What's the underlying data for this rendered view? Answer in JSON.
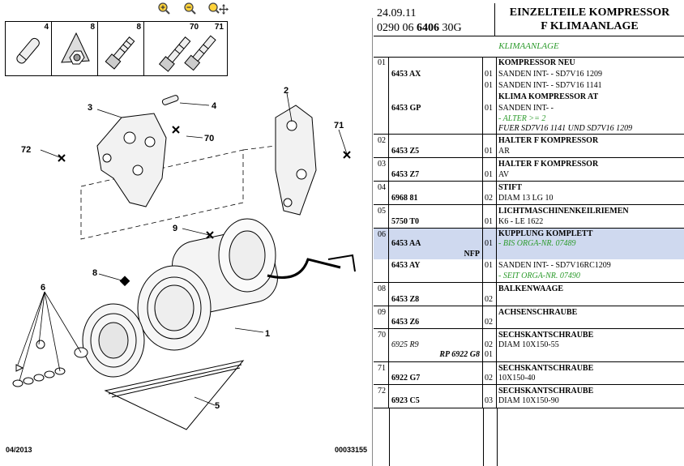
{
  "toolbar": {
    "zoom_in_icon": "zoom-in-icon",
    "zoom_out_icon": "zoom-out-icon",
    "zoom_pan_icon": "zoom-pan-icon"
  },
  "thumbnails": [
    "4",
    "8",
    "8",
    "70",
    "71"
  ],
  "diagram_labels": [
    "1",
    "2",
    "3",
    "4",
    "5",
    "6",
    "8",
    "9",
    "70",
    "71",
    "72"
  ],
  "footer": {
    "date": "04/2013",
    "code": "00033155"
  },
  "header": {
    "date": "24.09.11",
    "code_prefix": "0290 06",
    "code_bold": "6406",
    "code_suffix": "30G",
    "title_line1": "EINZELTEILE KOMPRESSOR",
    "title_line2": "F KLIMAANLAGE"
  },
  "group": "KLIMAANLAGE",
  "rows": [
    {
      "pos": "01",
      "refs": [
        "6453 AX",
        "6453 GP"
      ],
      "qtys": [
        "01",
        "01",
        "01"
      ],
      "desc": [
        "KOMPRESSOR NEU",
        "SANDEN INT- - SD7V16 1209",
        "SANDEN INT- - SD7V16 1141",
        "KLIMA KOMPRESSOR AT",
        "SANDEN INT- -",
        "- ALTER >= 2",
        "FUER SD7V16 1141 UND SD7V16 1209"
      ]
    },
    {
      "pos": "02",
      "refs": [
        "6453 Z5"
      ],
      "qtys": [
        "01"
      ],
      "desc": [
        "HALTER F KOMPRESSOR",
        "AR"
      ]
    },
    {
      "pos": "03",
      "refs": [
        "6453 Z7"
      ],
      "qtys": [
        "01"
      ],
      "desc": [
        "HALTER F KOMPRESSOR",
        "AV"
      ]
    },
    {
      "pos": "04",
      "refs": [
        "6968 81"
      ],
      "qtys": [
        "02"
      ],
      "desc": [
        "STIFT",
        "DIAM 13 LG 10"
      ]
    },
    {
      "pos": "05",
      "refs": [
        "5750 T0"
      ],
      "qtys": [
        "01"
      ],
      "desc": [
        "LICHTMASCHINENKEILRIEMEN",
        "K6 - LE 1622"
      ]
    },
    {
      "pos": "06",
      "refs": [
        "6453 AA",
        "NFP",
        "6453 AY"
      ],
      "qtys": [
        "01",
        "01"
      ],
      "desc": [
        "KUPPLUNG KOMPLETT",
        "- BIS ORGA-NR. 07489",
        "SANDEN INT- - SD7V16RC1209",
        "- SEIT ORGA-NR. 07490"
      ]
    },
    {
      "pos": "08",
      "refs": [
        "6453 Z8"
      ],
      "qtys": [
        "02"
      ],
      "desc": [
        "BALKENWAAGE"
      ]
    },
    {
      "pos": "09",
      "refs": [
        "6453 Z6"
      ],
      "qtys": [
        "02"
      ],
      "desc": [
        "ACHSENSCHRAUBE"
      ]
    },
    {
      "pos": "70",
      "refs": [
        "6925 R9",
        "RP 6922 G8"
      ],
      "qtys": [
        "02",
        "01"
      ],
      "desc": [
        "SECHSKANTSCHRAUBE",
        "DIAM 10X150-55"
      ]
    },
    {
      "pos": "71",
      "refs": [
        "6922 G7"
      ],
      "qtys": [
        "02"
      ],
      "desc": [
        "SECHSKANTSCHRAUBE",
        "10X150-40"
      ]
    },
    {
      "pos": "72",
      "refs": [
        "6923 C5"
      ],
      "qtys": [
        "03"
      ],
      "desc": [
        "SECHSKANTSCHRAUBE",
        "DIAM 10X150-90"
      ]
    }
  ]
}
